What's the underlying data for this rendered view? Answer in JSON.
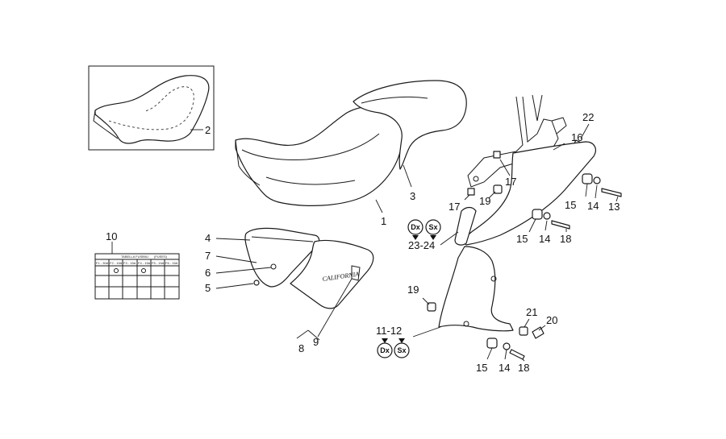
{
  "callouts": {
    "c1": "1",
    "c2": "2",
    "c3": "3",
    "c4": "4",
    "c5": "5",
    "c6": "6",
    "c7": "7",
    "c8": "8",
    "c9": "9",
    "c10": "10",
    "c11_12": "11-12",
    "c13": "13",
    "c14a": "14",
    "c14b": "14",
    "c14c": "14",
    "c15a": "15",
    "c15b": "15",
    "c15c": "15",
    "c16": "16",
    "c17a": "17",
    "c17b": "17",
    "c18a": "18",
    "c18b": "18",
    "c19a": "19",
    "c19b": "19",
    "c20": "20",
    "c21": "21",
    "c22": "22",
    "c23_24": "23-24"
  },
  "badges": {
    "dx_top": "Dx",
    "sx_top": "Sx",
    "dx_bottom": "Dx",
    "sx_bottom": "Sx"
  },
  "side_panel_logo": "CALIFORNIA",
  "fuse_label": {
    "header_left": "TABELLA FUSIBILI",
    "header_right": "(FUSES)",
    "columns": [
      "F1 - 30A",
      "F2 - 15A",
      "F3 - 15A",
      "F4 - 15A",
      "F5 - 15A",
      "F6 - 15A"
    ]
  },
  "colors": {
    "line": "#1a1a1a",
    "background": "#ffffff"
  }
}
